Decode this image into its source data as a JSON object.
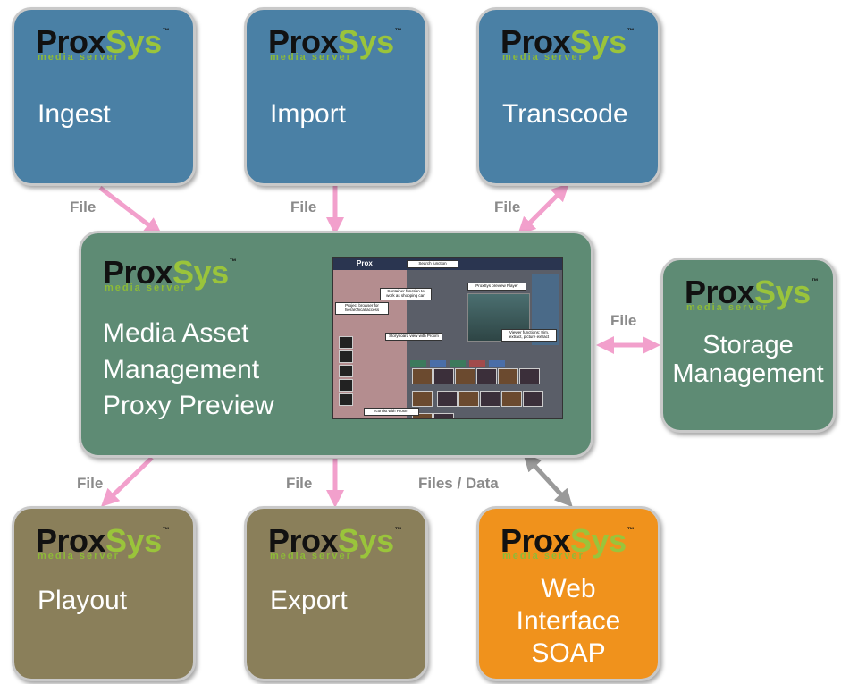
{
  "logo": {
    "name_a": "Prox",
    "name_b": "Sys",
    "tm": "™",
    "tagline": "media server"
  },
  "boxes": {
    "ingest": {
      "label": "Ingest"
    },
    "import": {
      "label": "Import"
    },
    "transcode": {
      "label": "Transcode"
    },
    "mam": {
      "line1": "Media Asset",
      "line2": "Management",
      "line3": "Proxy Preview"
    },
    "storage": {
      "line1": "Storage",
      "line2": "Management"
    },
    "playout": {
      "label": "Playout"
    },
    "export": {
      "label": "Export"
    },
    "web": {
      "line1": "Web",
      "line2": "Interface",
      "line3": "SOAP"
    }
  },
  "edges": {
    "ingest": "File",
    "import": "File",
    "transcode": "File",
    "storage": "File",
    "playout": "File",
    "export": "File",
    "web": "Files / Data"
  },
  "screenshot": {
    "brand": "Prox",
    "callouts": {
      "search": "Search function",
      "container": "Container function to work as shopping cart",
      "player": "ProxSys preview Player",
      "project": "Project browser for hierarchical access",
      "storyboard": "Storyboard view with Proxm",
      "viewer": "Viewer functions: trim, extract, picture extract",
      "list": "Iconlist with Proxm"
    }
  },
  "colors": {
    "top_boxes": "#4a80a5",
    "center_box": "#5e8b74",
    "bottom_boxes": "#8a7f5a",
    "web_box": "#f0921c",
    "arrow_pink": "#f2a0cc",
    "arrow_gray": "#9a9a9a",
    "logo_green": "#9ac43b"
  }
}
